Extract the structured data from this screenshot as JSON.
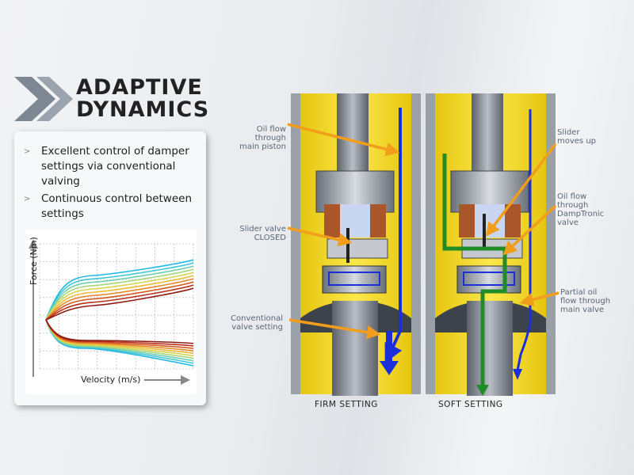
{
  "title": {
    "line1": "ADAPTIVE",
    "line2": "DYNAMICS",
    "chevron_color": "#7d8794",
    "decor_icon": "double-chevron-icon"
  },
  "bullets": [
    {
      "marker": ">",
      "text": "Excellent control of damper settings via conventional valving"
    },
    {
      "marker": ">",
      "text": "Continuous control between settings"
    }
  ],
  "graph": {
    "y_label": "Force (Nm)",
    "x_label": "Velocity (m/s)",
    "curve_colors": [
      "#22b8e8",
      "#3fc6d8",
      "#6fcfb0",
      "#a8d67a",
      "#d8d650",
      "#ecbb38",
      "#e88a2c",
      "#d45a22",
      "#b8301c",
      "#8e1a14"
    ]
  },
  "diagram": {
    "colors": {
      "yellow": "#f5dc25",
      "blue": "#1b2fd8",
      "green": "#1f8c28",
      "orange": "#f29d1b",
      "grey": "#9aa0a8"
    },
    "labels": {
      "oil_main": "Oil flow\nthrough\nmain piston",
      "slider_closed": "Slider valve\nCLOSED",
      "conventional": "Conventional\nvalve setting",
      "slider_up": "Slider\nmoves up",
      "damptronic": "Oil flow\nthrough\nDampTronic\nvalve",
      "partial": "Partial oil\nflow through\nmain valve"
    },
    "captions": {
      "firm": "FIRM SETTING",
      "soft": "SOFT SETTING"
    }
  }
}
